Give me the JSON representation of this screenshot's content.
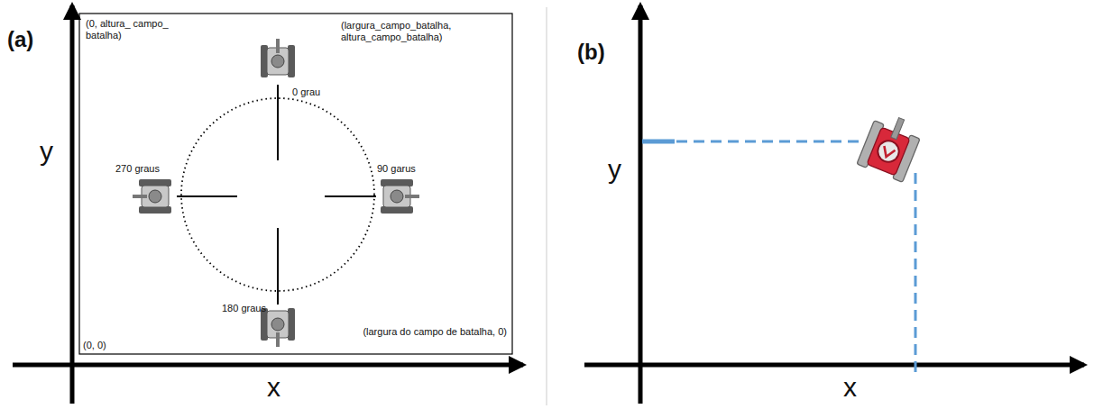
{
  "diagram": {
    "labels": [
      "(a)",
      "y",
      "x",
      "(0, altura_ campo_ batalha)",
      "0 grau",
      "(largura_campo_batalha, altura_campo_batalha)",
      "270 graus",
      "90 garus",
      "180 graus",
      "(0, 0)",
      "(largura do campo de batalha, 0)",
      "(b)",
      "y",
      "x"
    ]
  }
}
